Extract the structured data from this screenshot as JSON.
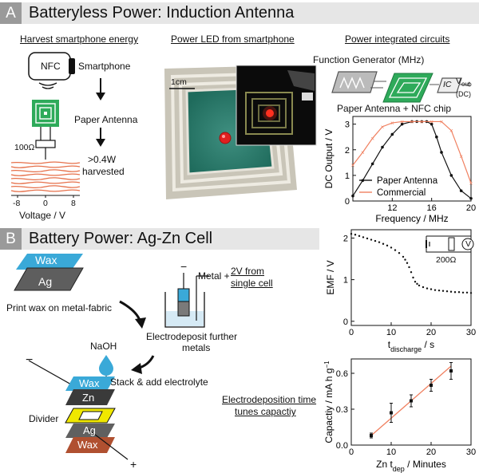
{
  "panel_a": {
    "letter": "A",
    "title": "Batteryless Power: Induction Antenna",
    "harvest_heading": "Harvest smartphone energy",
    "led_heading": "Power LED from smartphone",
    "ic_heading": "Power integrated circuits",
    "nfc": "NFC",
    "smartphone": "Smartphone",
    "paper_antenna": "Paper Antenna",
    "resistor": "100Ω",
    "power_line1": ">0.4W",
    "power_line2": "harvested",
    "voltage_ticks": [
      "-8",
      "0",
      "8"
    ],
    "voltage_label": "Voltage / V",
    "scale_bar": "1cm",
    "function_generator": "Function Generator (MHz)",
    "ic": "IC",
    "vout": "V",
    "vout_sub": "out",
    "vout_dc": "(DC)",
    "antenna_nfc": "Paper Antenna + NFC chip",
    "colors": {
      "antenna": "#2eaa5a",
      "waveform": "#e6704a",
      "led": "#e02020"
    }
  },
  "panel_b": {
    "letter": "B",
    "title": "Battery Power: Ag-Zn Cell",
    "wax": "Wax",
    "ag": "Ag",
    "zn": "Zn",
    "print_wax": "Print wax on metal-fabric",
    "minus": "−",
    "plus": "+",
    "metal_plus": "Metal +",
    "electrodeposit_line1": "Electrodeposit further",
    "electrodeposit_line2": "metals",
    "two_v_line1": "2V from",
    "two_v_line2": "single cell",
    "naoh": "NaOH",
    "stack": "Stack & add electrolyte",
    "divider": "Divider",
    "ed_line1": "Electrodeposition time",
    "ed_line2": "tunes capactiy",
    "resistor": "200Ω",
    "voltmeter": "V",
    "colors": {
      "wax": "#3aa9d8",
      "ag": "#606060",
      "zn": "#3a3a3a",
      "divider": "#f0e800",
      "wax_bottom": "#b05030"
    }
  },
  "chart_data": [
    {
      "type": "line",
      "ylabel": "DC Output / V",
      "xlabel": "Frequency / MHz",
      "xlim": [
        8,
        20
      ],
      "ylim": [
        0,
        3.3
      ],
      "xticks": [
        12,
        16,
        20
      ],
      "yticks": [
        0,
        1,
        2,
        3
      ],
      "legend_position": "bottom-left",
      "series": [
        {
          "name": "Paper Antenna",
          "color": "#111111",
          "x": [
            8,
            9,
            10,
            11,
            12,
            13,
            14,
            14.5,
            15,
            15.5,
            16,
            16.5,
            17,
            18,
            19,
            20
          ],
          "y": [
            0.2,
            0.8,
            1.45,
            2.1,
            2.6,
            3.0,
            3.1,
            3.1,
            3.1,
            3.1,
            3.0,
            2.5,
            1.9,
            1.0,
            0.4,
            0.1
          ]
        },
        {
          "name": "Commercial",
          "color": "#f08060",
          "x": [
            8,
            9,
            10,
            11,
            12,
            13,
            14,
            15,
            16,
            17,
            18,
            19,
            20
          ],
          "y": [
            1.4,
            1.9,
            2.45,
            2.9,
            3.05,
            3.1,
            3.1,
            3.1,
            3.1,
            3.1,
            2.75,
            1.75,
            0.7
          ]
        }
      ]
    },
    {
      "type": "scatter",
      "ylabel": "EMF / V",
      "xlabel": "t",
      "xlabel_sub": "discharge",
      "xlabel_unit": " / s",
      "xlim": [
        0,
        30
      ],
      "ylim": [
        -0.1,
        2.2
      ],
      "xticks": [
        0,
        10,
        20,
        30
      ],
      "yticks": [
        0,
        1,
        2
      ],
      "series": [
        {
          "x": [
            0,
            1,
            2,
            3,
            4,
            5,
            6,
            7,
            8,
            9,
            10,
            11,
            12,
            13,
            13.5,
            14,
            14.5,
            15,
            15.5,
            16,
            16.5,
            17,
            18,
            19,
            20,
            21,
            22,
            23,
            24,
            25,
            26,
            27,
            28,
            29,
            30
          ],
          "y": [
            2.1,
            2.08,
            2.05,
            2.02,
            1.99,
            1.96,
            1.93,
            1.9,
            1.86,
            1.82,
            1.77,
            1.71,
            1.64,
            1.55,
            1.48,
            1.4,
            1.3,
            1.18,
            1.05,
            0.95,
            0.9,
            0.86,
            0.82,
            0.79,
            0.77,
            0.75,
            0.74,
            0.73,
            0.72,
            0.71,
            0.7,
            0.7,
            0.69,
            0.69,
            0.68
          ]
        }
      ]
    },
    {
      "type": "scatter",
      "ylabel": "Capactiy / mA h g",
      "ylabel_sup": "−1",
      "xlabel": "Zn t",
      "xlabel_sub": "dep",
      "xlabel_unit": " / Minutes",
      "xlim": [
        0,
        30
      ],
      "ylim": [
        0,
        0.72
      ],
      "xticks": [
        0,
        10,
        20,
        30
      ],
      "yticks": [
        0.0,
        0.3,
        0.6
      ],
      "series": [
        {
          "x": [
            5,
            10,
            15,
            20,
            25
          ],
          "y": [
            0.08,
            0.27,
            0.37,
            0.5,
            0.62
          ],
          "err": [
            0.02,
            0.08,
            0.05,
            0.05,
            0.07
          ],
          "fit": [
            [
              5,
              0.08
            ],
            [
              25,
              0.66
            ]
          ],
          "fit_color": "#f08060"
        }
      ]
    }
  ]
}
